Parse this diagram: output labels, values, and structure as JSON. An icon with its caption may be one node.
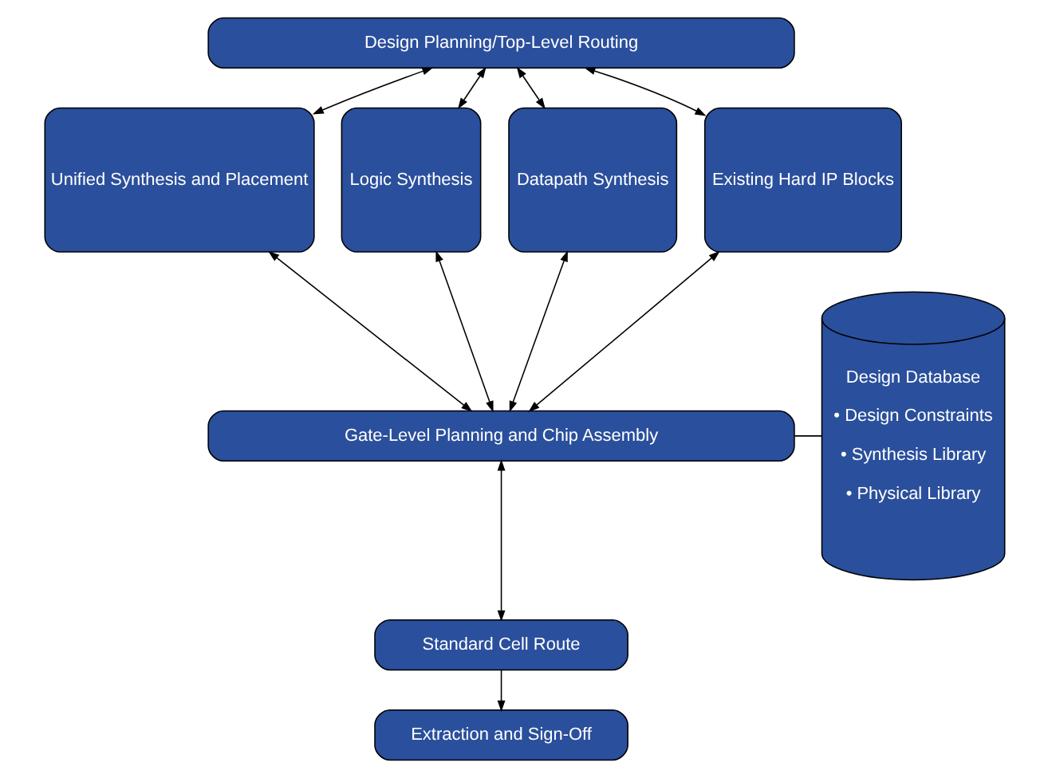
{
  "diagram": {
    "nodes": [
      {
        "text": [
          "Design Planning/Top-Level Routing"
        ]
      },
      {
        "text": [
          "Unified Synthesis and Placement"
        ]
      },
      {
        "text": [
          "Logic Synthesis"
        ]
      },
      {
        "text": [
          "Datapath Synthesis"
        ]
      },
      {
        "text": [
          "Existing Hard IP Blocks"
        ]
      },
      {
        "text": [
          "Gate-Level Planning and Chip Assembly"
        ]
      },
      {
        "text": [
          "Standard Cell Route"
        ]
      },
      {
        "text": [
          "Extraction and Sign-Off"
        ]
      },
      {
        "text": [
          "Design Database",
          "• Design Constraints",
          "• Synthesis Library",
          "• Physical Library"
        ]
      }
    ],
    "edges": [
      {
        "from": 0,
        "to": 1,
        "arrow": "both"
      },
      {
        "from": 0,
        "to": 2,
        "arrow": "both"
      },
      {
        "from": 0,
        "to": 3,
        "arrow": "both"
      },
      {
        "from": 0,
        "to": 4,
        "arrow": "both"
      },
      {
        "from": 1,
        "to": 5,
        "arrow": "both"
      },
      {
        "from": 2,
        "to": 5,
        "arrow": "both"
      },
      {
        "from": 3,
        "to": 5,
        "arrow": "both"
      },
      {
        "from": 4,
        "to": 5,
        "arrow": "both"
      },
      {
        "from": 5,
        "to": 6,
        "arrow": "both"
      },
      {
        "from": 6,
        "to": 7,
        "arrow": "to"
      },
      {
        "from": 5,
        "to": 8,
        "arrow": "none"
      }
    ]
  }
}
